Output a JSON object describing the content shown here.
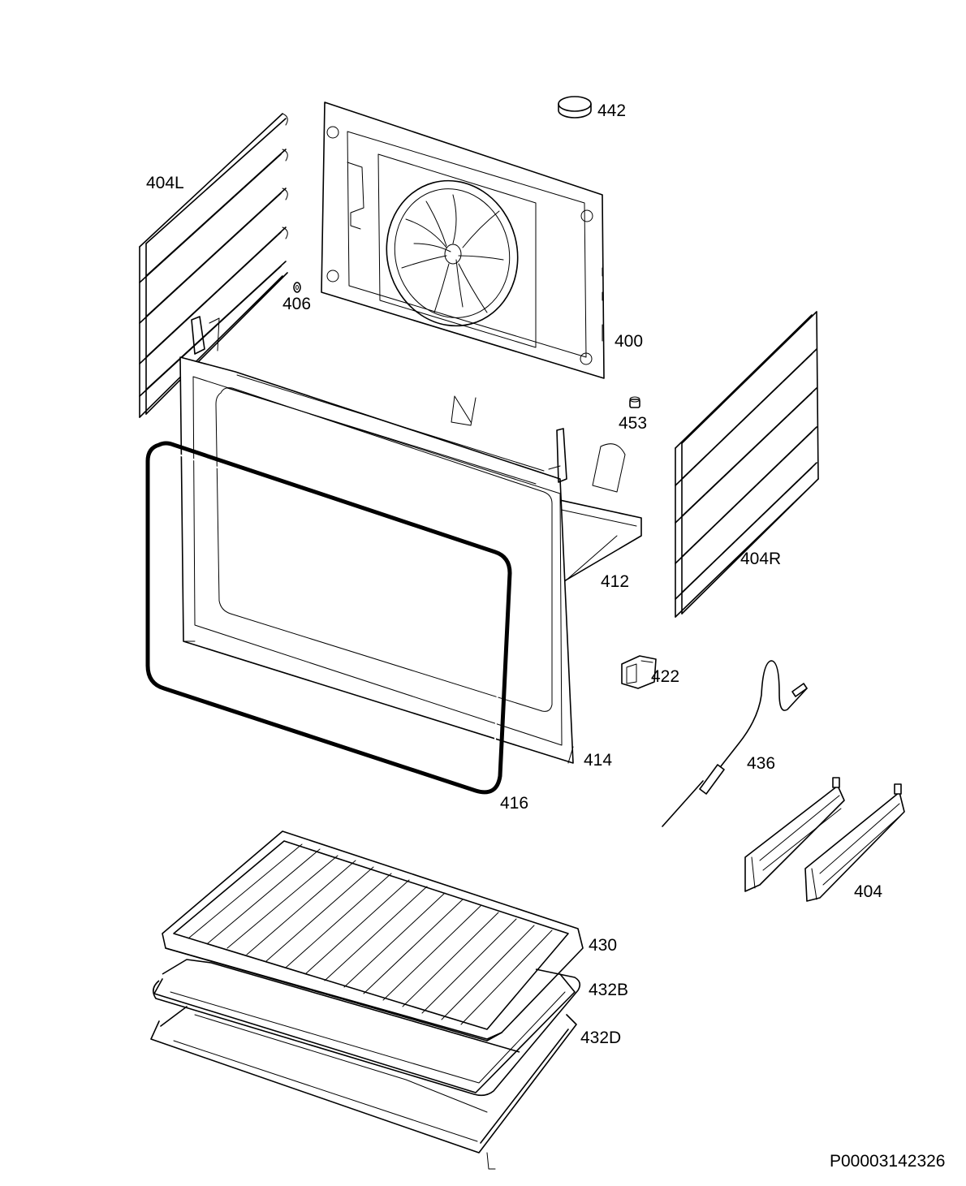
{
  "diagram": {
    "document_code": "P00003142326",
    "parts": [
      {
        "id": "p442",
        "label": "442",
        "icon": "round-pad"
      },
      {
        "id": "p404L",
        "label": "404L",
        "icon": "left-shelf-support"
      },
      {
        "id": "p406",
        "label": "406",
        "icon": "nut"
      },
      {
        "id": "p400",
        "label": "400",
        "icon": "back-panel-fan-cover"
      },
      {
        "id": "p453",
        "label": "453",
        "icon": "lamp-socket"
      },
      {
        "id": "p404R",
        "label": "404R",
        "icon": "right-shelf-support"
      },
      {
        "id": "p412",
        "label": "412",
        "icon": "oven-cavity-frame"
      },
      {
        "id": "p422",
        "label": "422",
        "icon": "connector-clip"
      },
      {
        "id": "p436",
        "label": "436",
        "icon": "meat-probe"
      },
      {
        "id": "p414",
        "label": "414",
        "icon": "front-frame"
      },
      {
        "id": "p416",
        "label": "416",
        "icon": "door-gasket"
      },
      {
        "id": "p404",
        "label": "404",
        "icon": "telescopic-runners"
      },
      {
        "id": "p430",
        "label": "430",
        "icon": "wire-grid-shelf"
      },
      {
        "id": "p432B",
        "label": "432B",
        "icon": "baking-tray"
      },
      {
        "id": "p432D",
        "label": "432D",
        "icon": "deep-pan"
      }
    ]
  }
}
